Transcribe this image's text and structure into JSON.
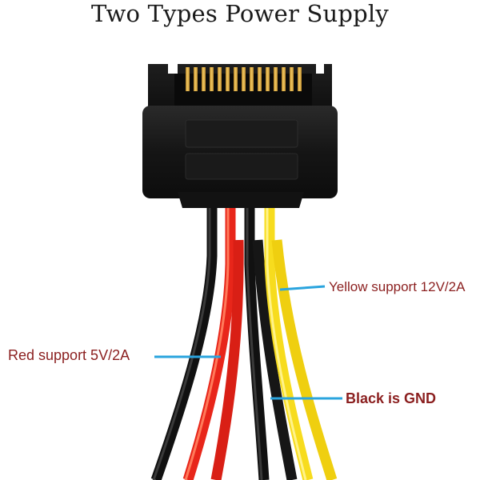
{
  "title": "Two Types Power Supply",
  "labels": {
    "yellow": "Yellow support 12V/2A",
    "red": "Red support 5V/2A",
    "black": "Black is GND"
  },
  "colors": {
    "wire_yellow": "#f7dc1e",
    "wire_red": "#e8261a",
    "wire_black": "#111111",
    "pointer_line": "#2aa4de",
    "label_text": "#8b1f1f",
    "connector_body": "#1c1c1c",
    "pin_gold": "#e5b548"
  }
}
